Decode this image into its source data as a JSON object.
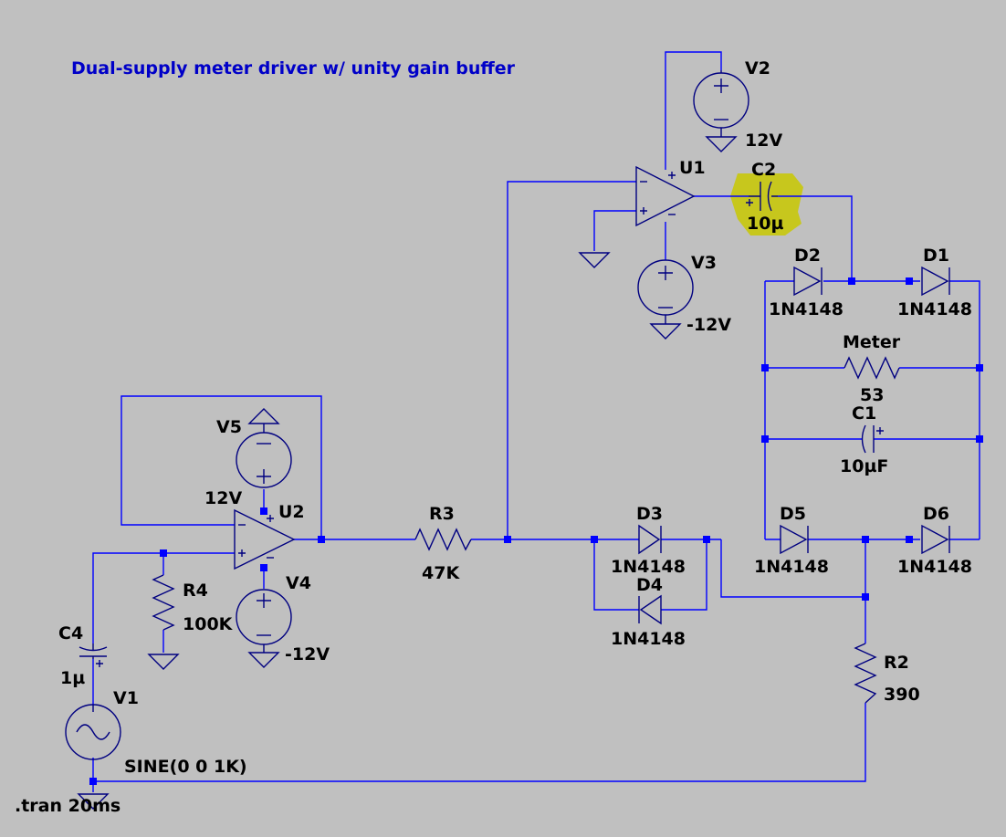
{
  "title": "Dual-supply meter driver w/ unity gain buffer",
  "directive": ".tran 20ms",
  "highlight_color": "#c8c800",
  "wire_color": "#0000ff",
  "component_color": "#000080",
  "background_color": "#c0c0c0",
  "components": {
    "V1": {
      "name": "V1",
      "value": "SINE(0 0 1K)"
    },
    "V2": {
      "name": "V2",
      "value": "12V"
    },
    "V3": {
      "name": "V3",
      "value": "-12V"
    },
    "V4": {
      "name": "V4",
      "value": "-12V"
    },
    "V5": {
      "name": "V5",
      "value": "12V"
    },
    "U1": {
      "name": "U1"
    },
    "U2": {
      "name": "U2"
    },
    "C1": {
      "name": "C1",
      "value": "10µF"
    },
    "C2": {
      "name": "C2",
      "value": "10µ"
    },
    "C4": {
      "name": "C4",
      "value": "1µ"
    },
    "R2": {
      "name": "R2",
      "value": "390"
    },
    "R3": {
      "name": "R3",
      "value": "47K"
    },
    "R4": {
      "name": "R4",
      "value": "100K"
    },
    "Meter": {
      "name": "Meter",
      "value": "53"
    },
    "D1": {
      "name": "D1",
      "value": "1N4148"
    },
    "D2": {
      "name": "D2",
      "value": "1N4148"
    },
    "D3": {
      "name": "D3",
      "value": "1N4148"
    },
    "D4": {
      "name": "D4",
      "value": "1N4148"
    },
    "D5": {
      "name": "D5",
      "value": "1N4148"
    },
    "D6": {
      "name": "D6",
      "value": "1N4148"
    }
  }
}
